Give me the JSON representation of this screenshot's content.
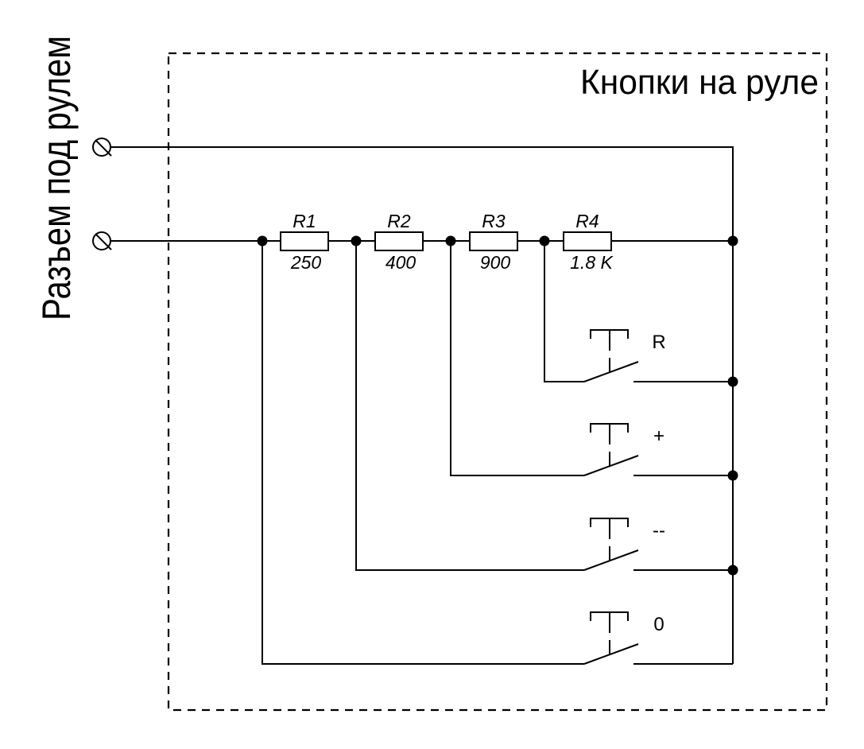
{
  "page": {
    "background_color": "#ffffff",
    "ink_color": "#000000"
  },
  "connector": {
    "label": "Разъем под рулем",
    "terminal_count": 2
  },
  "panel": {
    "title": "Кнопки на руле"
  },
  "resistors": [
    {
      "name": "R1",
      "value": "250"
    },
    {
      "name": "R2",
      "value": "400"
    },
    {
      "name": "R3",
      "value": "900"
    },
    {
      "name": "R4",
      "value": "1.8 K"
    }
  ],
  "buttons": [
    {
      "label": "R"
    },
    {
      "label": "+"
    },
    {
      "label": "--"
    },
    {
      "label": "0"
    }
  ]
}
